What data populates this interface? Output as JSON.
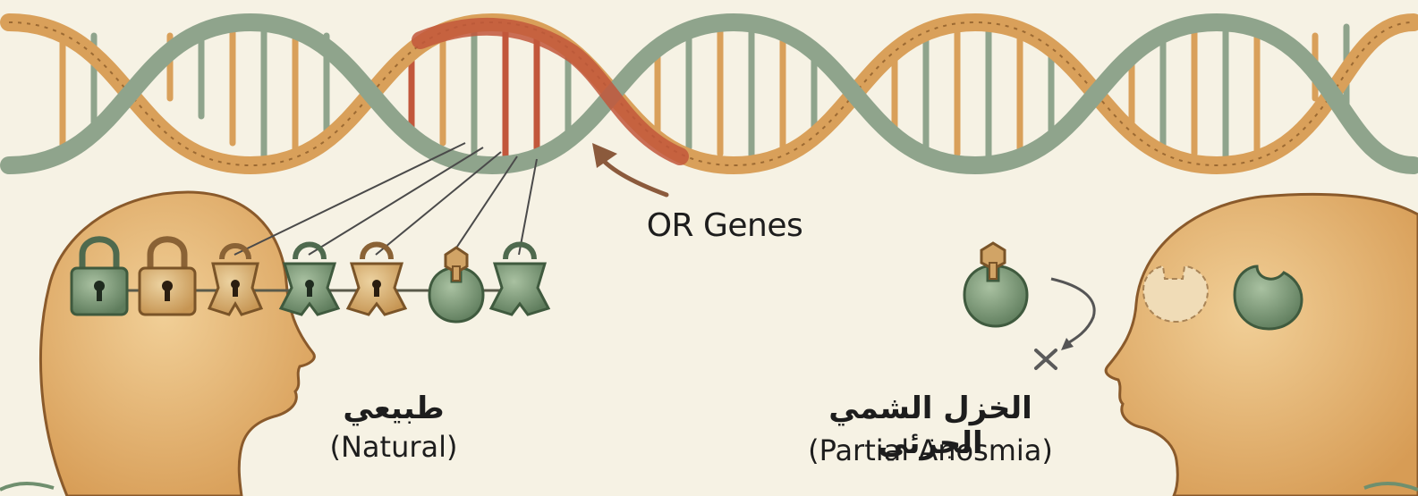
{
  "labels": {
    "genes": "OR Genes",
    "natural_arabic": "طبيعي",
    "natural_english": "(Natural)",
    "anosmia_arabic": "الخزل الشمي الجزئي",
    "anosmia_english": "(Partial Anosmia)"
  },
  "colors": {
    "background": "#f6f2e4",
    "skin": "#e6b574",
    "strand_orange": "#d9a05a",
    "strand_green": "#8fa48c",
    "strand_red": "#c2573b",
    "lock_green": "#6f8f6e",
    "lock_tan": "#d1a466"
  },
  "icons": [
    "dna-helix-icon",
    "padlock-icon",
    "keyhole-receptor-icon",
    "odorant-key-icon",
    "blocked-x-icon",
    "arrow-icon",
    "head-silhouette-icon"
  ]
}
